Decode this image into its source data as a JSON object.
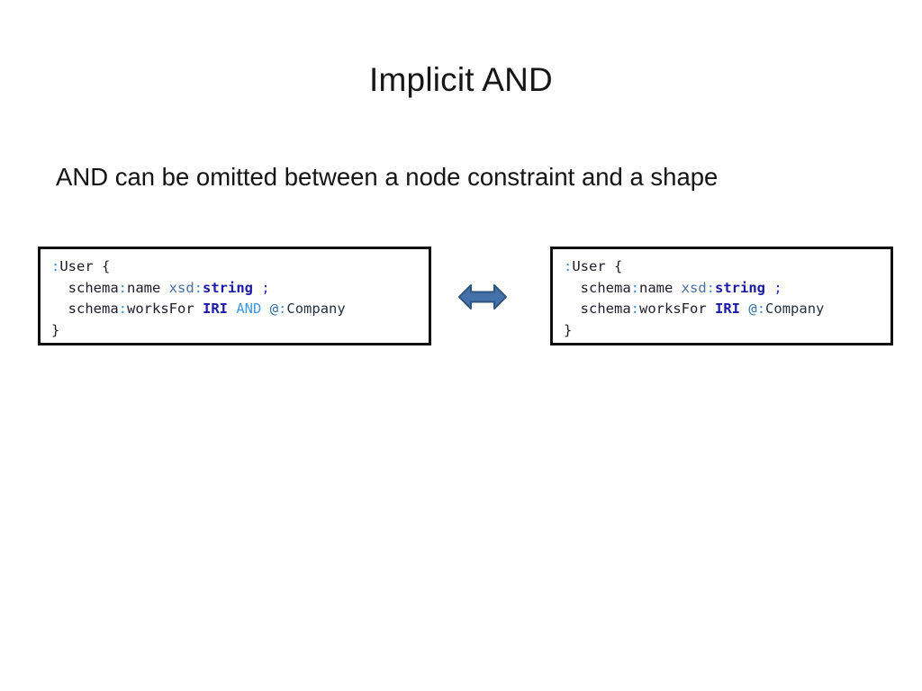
{
  "slide": {
    "title": "Implicit AND",
    "subtitle": "AND can be omitted between a node constraint and a shape",
    "background_color": "#ffffff",
    "title_color": "#161616"
  },
  "colors": {
    "punctuation": "#3b8fd4",
    "prefix": "#4a6fa5",
    "datatype": "#1a1aa8",
    "keyword_and": "#3d9ae0",
    "shape_ref": "#2f6f9f",
    "text": "#1c1c1c",
    "box_border": "#111111",
    "arrow_fill": "#4472a8",
    "arrow_stroke": "#2e5481"
  },
  "left_box": {
    "label": "explicit-and-shape-expression",
    "lines": [
      {
        "tokens": [
          {
            "text": ":",
            "kind": "punct"
          },
          {
            "text": "User",
            "kind": "name"
          },
          {
            "text": " {",
            "kind": "brace"
          }
        ]
      },
      {
        "indent": true,
        "tokens": [
          {
            "text": "schema",
            "kind": "name"
          },
          {
            "text": ":",
            "kind": "punct"
          },
          {
            "text": "name",
            "kind": "name"
          },
          {
            "text": " ",
            "kind": "name"
          },
          {
            "text": "xsd",
            "kind": "prefix"
          },
          {
            "text": ":",
            "kind": "punct"
          },
          {
            "text": "string",
            "kind": "type"
          },
          {
            "text": " ",
            "kind": "name"
          },
          {
            "text": ";",
            "kind": "semi"
          }
        ]
      },
      {
        "indent": true,
        "tokens": [
          {
            "text": "schema",
            "kind": "name"
          },
          {
            "text": ":",
            "kind": "punct"
          },
          {
            "text": "worksFor",
            "kind": "name"
          },
          {
            "text": " ",
            "kind": "name"
          },
          {
            "text": "IRI",
            "kind": "kw"
          },
          {
            "text": " ",
            "kind": "name"
          },
          {
            "text": "AND",
            "kind": "and"
          },
          {
            "text": " ",
            "kind": "name"
          },
          {
            "text": "@",
            "kind": "ref"
          },
          {
            "text": ":",
            "kind": "punct"
          },
          {
            "text": "Company",
            "kind": "refname"
          }
        ]
      },
      {
        "tokens": [
          {
            "text": "}",
            "kind": "brace"
          }
        ]
      }
    ]
  },
  "right_box": {
    "label": "implicit-and-shape-expression",
    "lines": [
      {
        "tokens": [
          {
            "text": ":",
            "kind": "punct"
          },
          {
            "text": "User",
            "kind": "name"
          },
          {
            "text": " {",
            "kind": "brace"
          }
        ]
      },
      {
        "indent": true,
        "tokens": [
          {
            "text": "schema",
            "kind": "name"
          },
          {
            "text": ":",
            "kind": "punct"
          },
          {
            "text": "name",
            "kind": "name"
          },
          {
            "text": " ",
            "kind": "name"
          },
          {
            "text": "xsd",
            "kind": "prefix"
          },
          {
            "text": ":",
            "kind": "punct"
          },
          {
            "text": "string",
            "kind": "type"
          },
          {
            "text": " ",
            "kind": "name"
          },
          {
            "text": ";",
            "kind": "semi"
          }
        ]
      },
      {
        "indent": true,
        "tokens": [
          {
            "text": "schema",
            "kind": "name"
          },
          {
            "text": ":",
            "kind": "punct"
          },
          {
            "text": "worksFor",
            "kind": "name"
          },
          {
            "text": " ",
            "kind": "name"
          },
          {
            "text": "IRI",
            "kind": "kw"
          },
          {
            "text": " ",
            "kind": "name"
          },
          {
            "text": "@",
            "kind": "ref"
          },
          {
            "text": ":",
            "kind": "punct"
          },
          {
            "text": "Company",
            "kind": "refname"
          }
        ]
      },
      {
        "tokens": [
          {
            "text": "}",
            "kind": "brace"
          }
        ]
      }
    ]
  },
  "equivalence_arrow": {
    "icon": "double-headed-horizontal-arrow-icon",
    "meaning": "equivalent-to"
  }
}
